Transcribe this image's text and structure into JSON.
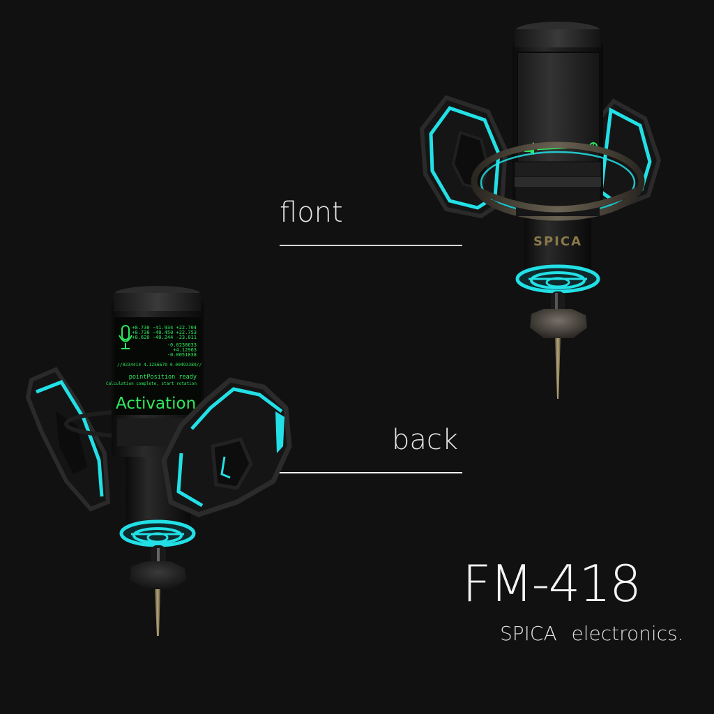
{
  "labels": {
    "front": "flont",
    "back": "back"
  },
  "product": {
    "model": "FM-418",
    "brand": "SPICA electronics."
  },
  "front_view": {
    "body_logo": "SPICA",
    "screen_icon": "speaker-icon",
    "screen_indicator": "volume-slider"
  },
  "back_view": {
    "screen_icon": "microphone-icon",
    "screen_lines": [
      "+8.730 -41.934 +22.704",
      "+8.738 -40.450 +22.753",
      "+8.620 -40.244 -23.011",
      "-0.0238633",
      "+4.12963",
      "-0.0051838",
      "//0234414 4.1256679 0.00493389//",
      "pointPosition ready",
      "Calculation complete, start rotation",
      "Activation"
    ]
  },
  "colors": {
    "background": "#111111",
    "accent_cyan": "#22e0e6",
    "screen_green": "#2fe85e",
    "body_black": "#1a1a1a",
    "logo_gold": "#8a7a4a",
    "text_white": "#f0f0f0"
  }
}
